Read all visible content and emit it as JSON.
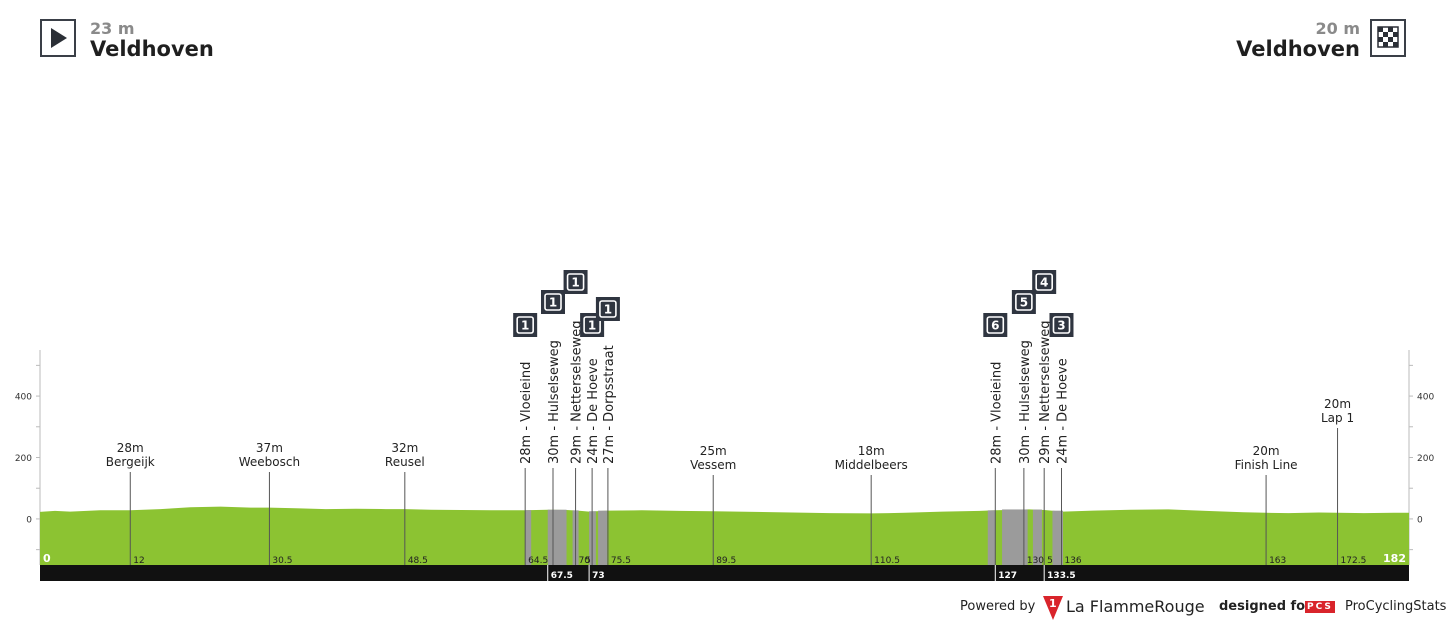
{
  "header": {
    "start": {
      "elevation": "23 m",
      "town": "Veldhoven",
      "icon": "play-icon"
    },
    "finish": {
      "elevation": "20 m",
      "town": "Veldhoven",
      "icon": "checkered-flag-icon"
    }
  },
  "footer": {
    "powered_by": "Powered by",
    "brand_mark": "1",
    "brand_la": "La Flamme",
    "brand_rouge": "Rouge",
    "designed_for": "designed for",
    "pcs_mark": "PCS",
    "pcs_name": "ProCyclingStats"
  },
  "colors": {
    "terrain": "#8cc332",
    "cobbles": "#9b9b9b",
    "distance_band": "#111111",
    "badge": "#2f3540"
  },
  "chart_data": {
    "type": "area",
    "xlim": [
      0,
      182
    ],
    "ylim": [
      -150,
      550
    ],
    "y_ticks": [
      0,
      200,
      400
    ],
    "distance_unit": "km",
    "elevation_unit": "m",
    "distance_start": "0",
    "distance_end": "182",
    "profile": [
      [
        0,
        23
      ],
      [
        2,
        26
      ],
      [
        4,
        24
      ],
      [
        8,
        28
      ],
      [
        12,
        28
      ],
      [
        16,
        32
      ],
      [
        20,
        38
      ],
      [
        24,
        40
      ],
      [
        28,
        37
      ],
      [
        30.5,
        37
      ],
      [
        34,
        35
      ],
      [
        38,
        32
      ],
      [
        42,
        33
      ],
      [
        46,
        32
      ],
      [
        48.5,
        32
      ],
      [
        52,
        30
      ],
      [
        56,
        29
      ],
      [
        60,
        28
      ],
      [
        64.5,
        28
      ],
      [
        67.5,
        30
      ],
      [
        70,
        29
      ],
      [
        71.5,
        27
      ],
      [
        73,
        24
      ],
      [
        75.5,
        27
      ],
      [
        80,
        28
      ],
      [
        85,
        26
      ],
      [
        89.5,
        25
      ],
      [
        95,
        23
      ],
      [
        100,
        21
      ],
      [
        105,
        19
      ],
      [
        110.5,
        18
      ],
      [
        115,
        20
      ],
      [
        120,
        24
      ],
      [
        125,
        26
      ],
      [
        127,
        28
      ],
      [
        130,
        30
      ],
      [
        131.5,
        31
      ],
      [
        133.5,
        29
      ],
      [
        136,
        24
      ],
      [
        140,
        27
      ],
      [
        145,
        30
      ],
      [
        150,
        31
      ],
      [
        155,
        26
      ],
      [
        160,
        22
      ],
      [
        163,
        20
      ],
      [
        166,
        19
      ],
      [
        170,
        21
      ],
      [
        172.5,
        20
      ],
      [
        176,
        19
      ],
      [
        180,
        20
      ],
      [
        182,
        20
      ]
    ],
    "locations": [
      {
        "km": 12,
        "name": "Bergeijk",
        "elev": "28m",
        "distance": "12"
      },
      {
        "km": 30.5,
        "name": "Weebosch",
        "elev": "37m",
        "distance": "30.5"
      },
      {
        "km": 48.5,
        "name": "Reusel",
        "elev": "32m",
        "distance": "48.5"
      },
      {
        "km": 89.5,
        "name": "Vessem",
        "elev": "25m",
        "distance": "89.5"
      },
      {
        "km": 110.5,
        "name": "Middelbeers",
        "elev": "18m",
        "distance": "110.5"
      },
      {
        "km": 163,
        "name": "Finish Line",
        "elev": "20m",
        "distance": "163"
      },
      {
        "km": 172.5,
        "name": "Lap 1",
        "elev": "20m",
        "distance": "172.5"
      }
    ],
    "sectors": [
      {
        "km": 64.5,
        "label": "28m - Vloeieind",
        "number": "1",
        "distance": "64.5",
        "start": 64.5,
        "end": 65.3
      },
      {
        "km": 68.2,
        "label": "30m - Hulselseweg",
        "number": "1",
        "distance": "67.5",
        "band": true,
        "start": 67.5,
        "end": 70.0
      },
      {
        "km": 71.2,
        "label": "29m - Netterselseweg",
        "number": "1",
        "distance": "70",
        "start": 70.8,
        "end": 71.6
      },
      {
        "km": 73.4,
        "label": "24m - De Hoeve",
        "number": "1",
        "distance": "73",
        "band": true,
        "start": 73.0,
        "end": 73.9
      },
      {
        "km": 75.5,
        "label": "27m - Dorpsstraat",
        "number": "1",
        "distance": "75.5",
        "start": 74.2,
        "end": 75.4
      },
      {
        "km": 127,
        "label": "28m - Vloeieind",
        "number": "6",
        "distance": "127",
        "band": true,
        "start": 126.0,
        "end": 127.0
      },
      {
        "km": 130.8,
        "label": "30m - Hulselseweg",
        "number": "5",
        "distance": "130",
        "start": 127.9,
        "end": 131.3
      },
      {
        "km": 133.5,
        "label": "29m - Netterselseweg",
        "number": "4",
        "distance": "5",
        "start": 132.0,
        "end": 133.2
      },
      {
        "km": 135.8,
        "label": "24m - De Hoeve",
        "number": "3",
        "distance": "136",
        "start": 134.6,
        "end": 136.0
      }
    ],
    "band_extra": [
      {
        "km": 72.2,
        "distance": "5"
      },
      {
        "km": 133.5,
        "distance": "133.5"
      }
    ]
  }
}
